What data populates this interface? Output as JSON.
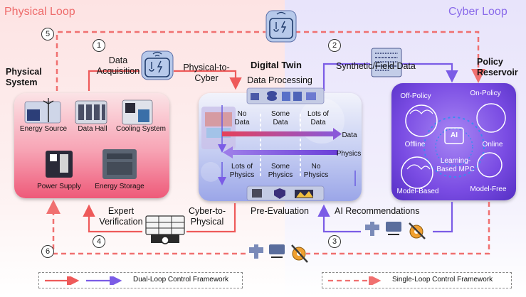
{
  "loops": {
    "physical": "Physical Loop",
    "cyber": "Cyber Loop"
  },
  "steps": {
    "s1": "1",
    "s2": "2",
    "s3": "3",
    "s4": "4",
    "s5": "5",
    "s6": "6"
  },
  "flows": {
    "data_acquisition": "Data\nAcquisition",
    "physical_to_cyber": "Physical-to-\nCyber",
    "synthetic_field_data": "Synthetic/Field Data",
    "expert_verification": "Expert\nVerification",
    "cyber_to_physical": "Cyber-to-\nPhysical",
    "ai_recommendations": "AI Recommendations"
  },
  "physical_system": {
    "title": "Physical\nSystem",
    "items": {
      "energy_source": "Energy Source",
      "data_hall": "Data Hall",
      "cooling_system": "Cooling System",
      "power_supply": "Power Supply",
      "energy_storage": "Energy Storage"
    }
  },
  "digital_twin": {
    "title": "Digital Twin",
    "data_processing": "Data Processing",
    "pre_evaluation": "Pre-Evaluation",
    "top_cols": [
      "No\nData",
      "Some\nData",
      "Lots of\nData"
    ],
    "bottom_cols": [
      "Lots of\nPhysics",
      "Some\nPhysics",
      "No\nPhysics"
    ],
    "data_arrow": "Data",
    "physics_arrow": "Physics"
  },
  "policy_reservoir": {
    "title": "Policy\nReservoir",
    "labels": {
      "off_policy": "Off-Policy",
      "on_policy": "On-Policy",
      "offline": "Offline",
      "online": "Online",
      "learning_mpc": "Learning-\nBased MPC",
      "model_based": "Model-Based",
      "model_free": "Model-Free",
      "ai_chip": "AI"
    }
  },
  "legend": {
    "dual": "Dual-Loop Control Framework",
    "single": "Single-Loop Control Framework"
  },
  "colors": {
    "physical_red": "#ee5a5a",
    "cyber_purple": "#7b5ce6",
    "dashed_red": "#f07070"
  }
}
